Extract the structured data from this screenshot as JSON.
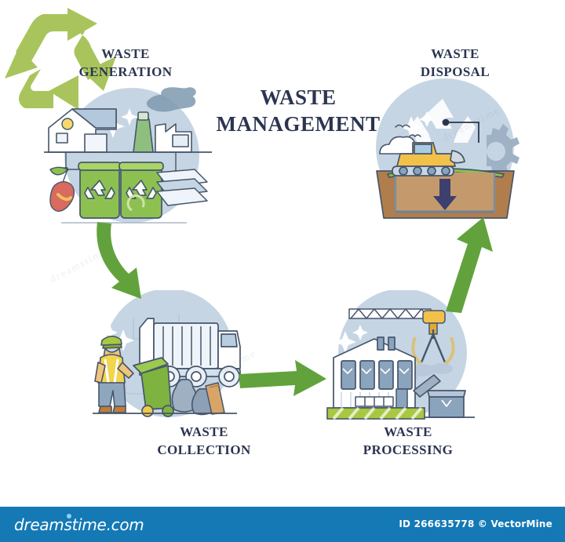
{
  "illustration": {
    "main_title": "WASTE\nMANAGEMENT",
    "accent_green": "#7fa93f",
    "recycle_green": "#a9c45c",
    "circle_blue": "#c6d5e3",
    "text_navy": "#2b3550",
    "footer_blue": "#1479b5"
  },
  "nodes": {
    "generation": {
      "label": "WASTE\nGENERATION",
      "icon": "house-factory-bins-scene",
      "elements": [
        "house",
        "factory-with-smoke",
        "green-recycling-bin-left",
        "green-recycling-bin-right",
        "apple-core",
        "paper-stack",
        "sparkles"
      ]
    },
    "collection": {
      "label": "WASTE\nCOLLECTION",
      "icon": "garbage-truck-worker-scene",
      "elements": [
        "garbage-truck",
        "sanitation-worker",
        "green-wheelie-bin",
        "trash-bags",
        "wood-plank",
        "sparkles"
      ]
    },
    "processing": {
      "label": "WASTE\nPROCESSING",
      "icon": "processing-plant-crane-scene",
      "elements": [
        "processing-plant",
        "overhead-crane",
        "claw-grabber",
        "storage-tank",
        "conveyor",
        "sparkles"
      ]
    },
    "disposal": {
      "label": "WASTE\nDISPOSAL",
      "icon": "landfill-bulldozer-scene",
      "elements": [
        "bulldozer",
        "landfill-cross-section",
        "recycle-outline",
        "gear",
        "cloud",
        "birds",
        "down-arrow",
        "sparkles"
      ]
    }
  },
  "center": {
    "icon": "recycling-mobius-loop"
  },
  "arrows": {
    "generation_to_collection": "curved-arrow-down-right",
    "collection_to_processing": "arrow-right",
    "processing_to_disposal": "arrow-up-right"
  },
  "footer": {
    "brand": "dreamstime.com",
    "credit": "ID 266635778 © VectorMine"
  },
  "watermarks": {
    "text": "dreamstime"
  }
}
